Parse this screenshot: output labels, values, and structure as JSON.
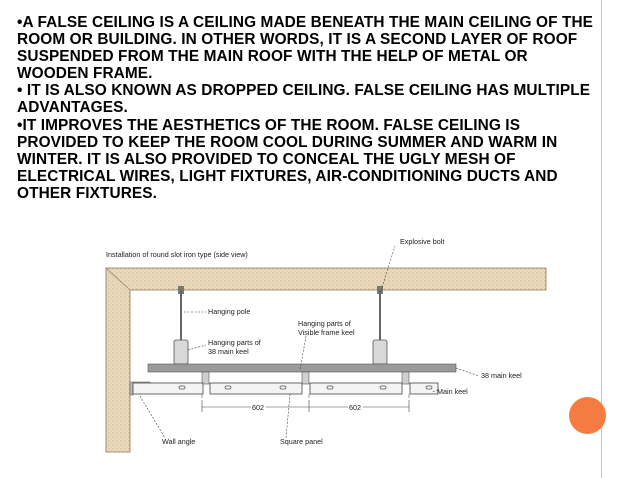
{
  "paragraphs": [
    "•A FALSE CEILING IS A CEILING MADE BENEATH THE MAIN CEILING OF THE ROOM OR BUILDING. IN OTHER WORDS, IT IS A SECOND LAYER OF ROOF SUSPENDED FROM THE MAIN ROOF WITH THE HELP OF METAL OR WOODEN FRAME.",
    "• IT IS ALSO KNOWN AS DROPPED CEILING. FALSE CEILING HAS MULTIPLE ADVANTAGES.",
    "•IT IMPROVES THE AESTHETICS OF THE ROOM. FALSE CEILING IS PROVIDED TO KEEP THE ROOM COOL DURING SUMMER AND WARM IN WINTER. IT IS ALSO PROVIDED TO CONCEAL THE UGLY MESH OF ELECTRICAL WIRES, LIGHT FIXTURES, AIR-CONDITIONING DUCTS AND OTHER FIXTURES."
  ],
  "diagram": {
    "title": "Installation of round slot iron type (side view)",
    "labels": {
      "explosive_bolt": "Explosive bolt",
      "hanging_pole": "Hanging pole",
      "hanging_parts_visible_1": "Hanging parts of",
      "hanging_parts_visible_2": "Visible frame keel",
      "hanging_parts_38_1": "Hanging parts of",
      "hanging_parts_38_2": "38 main keel",
      "main_keel_38": "38 main keel",
      "main_keel": "Main keel",
      "dim_1": "602",
      "dim_2": "602",
      "wall_angle": "Wall angle",
      "square_panel": "Square panel"
    }
  },
  "colors": {
    "accent_dot": "#f47c43",
    "border": "#f3b8a6",
    "wall": "#e2cfb0"
  }
}
